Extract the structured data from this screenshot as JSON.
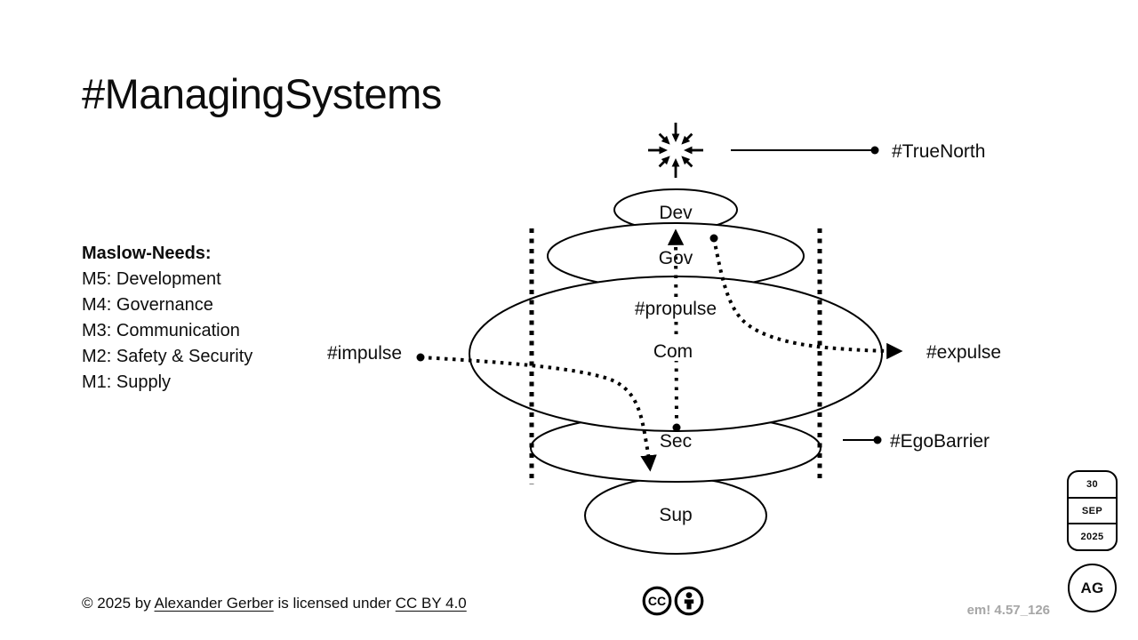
{
  "title": "#ManagingSystems",
  "maslow": {
    "heading": "Maslow-Needs:",
    "items": [
      "M5: Development",
      "M4: Governance",
      "M3: Communication",
      "M2: Safety & Security",
      "M1: Supply"
    ]
  },
  "diagram": {
    "levels": {
      "dev": "Dev",
      "gov": "Gov",
      "com": "Com",
      "sec": "Sec",
      "sup": "Sup"
    },
    "labels": {
      "true_north": "#TrueNorth",
      "propulse": "#propulse",
      "impulse": "#impulse",
      "expulse": "#expulse",
      "ego_barrier": "#EgoBarrier"
    }
  },
  "footer": {
    "copyright_prefix": "© 2025 by ",
    "author_link": "Alexander Gerber",
    "license_middle": " is licensed under ",
    "license_link": "CC BY 4.0",
    "cc_badge_label": "CC"
  },
  "badges": {
    "date": {
      "day": "30",
      "month": "SEP",
      "year": "2025"
    },
    "initials": "AG",
    "version": "em! 4.57_126"
  },
  "colors": {
    "ink": "#000000",
    "muted_gray": "#a6a6a6",
    "background": "#ffffff"
  }
}
